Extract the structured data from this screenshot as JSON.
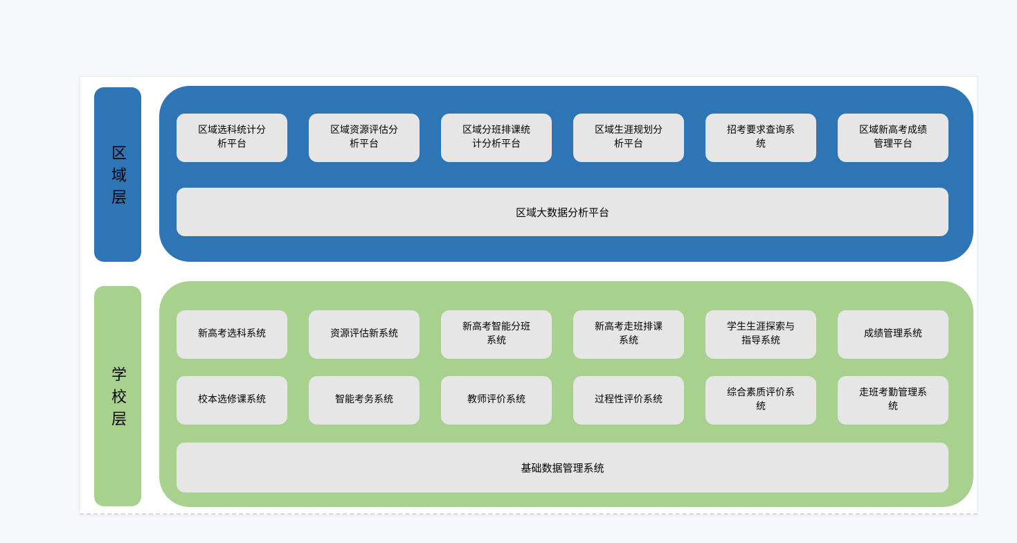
{
  "document": {
    "background_color": "#f7f8fb",
    "page_color": "#ffffff"
  },
  "colors": {
    "region_blue": "#2e75b6",
    "school_green": "#a9d18e",
    "box_gray": "#e7e6e6",
    "text": "#000000"
  },
  "layers": [
    {
      "id": "region",
      "label": "区域层",
      "color": "#2e75b6",
      "rows": [
        [
          "区域选科统计分析平台",
          "区域资源评估分析平台",
          "区域分班排课统计分析平台",
          "区域生涯规划分析平台",
          "招考要求查询系统",
          "区域新高考成绩管理平台"
        ]
      ],
      "base_system": "区域大数据分析平台"
    },
    {
      "id": "school",
      "label": "学校层",
      "color": "#a9d18e",
      "rows": [
        [
          "新高考选科系统",
          "资源评估新系统",
          "新高考智能分班系统",
          "新高考走班排课系统",
          "学生生涯探索与指导系统",
          "成绩管理系统"
        ],
        [
          "校本选修课系统",
          "智能考务系统",
          "教师评价系统",
          "过程性评价系统",
          "综合素质评价系统",
          "走班考勤管理系统"
        ]
      ],
      "base_system": "基础数据管理系统"
    }
  ]
}
